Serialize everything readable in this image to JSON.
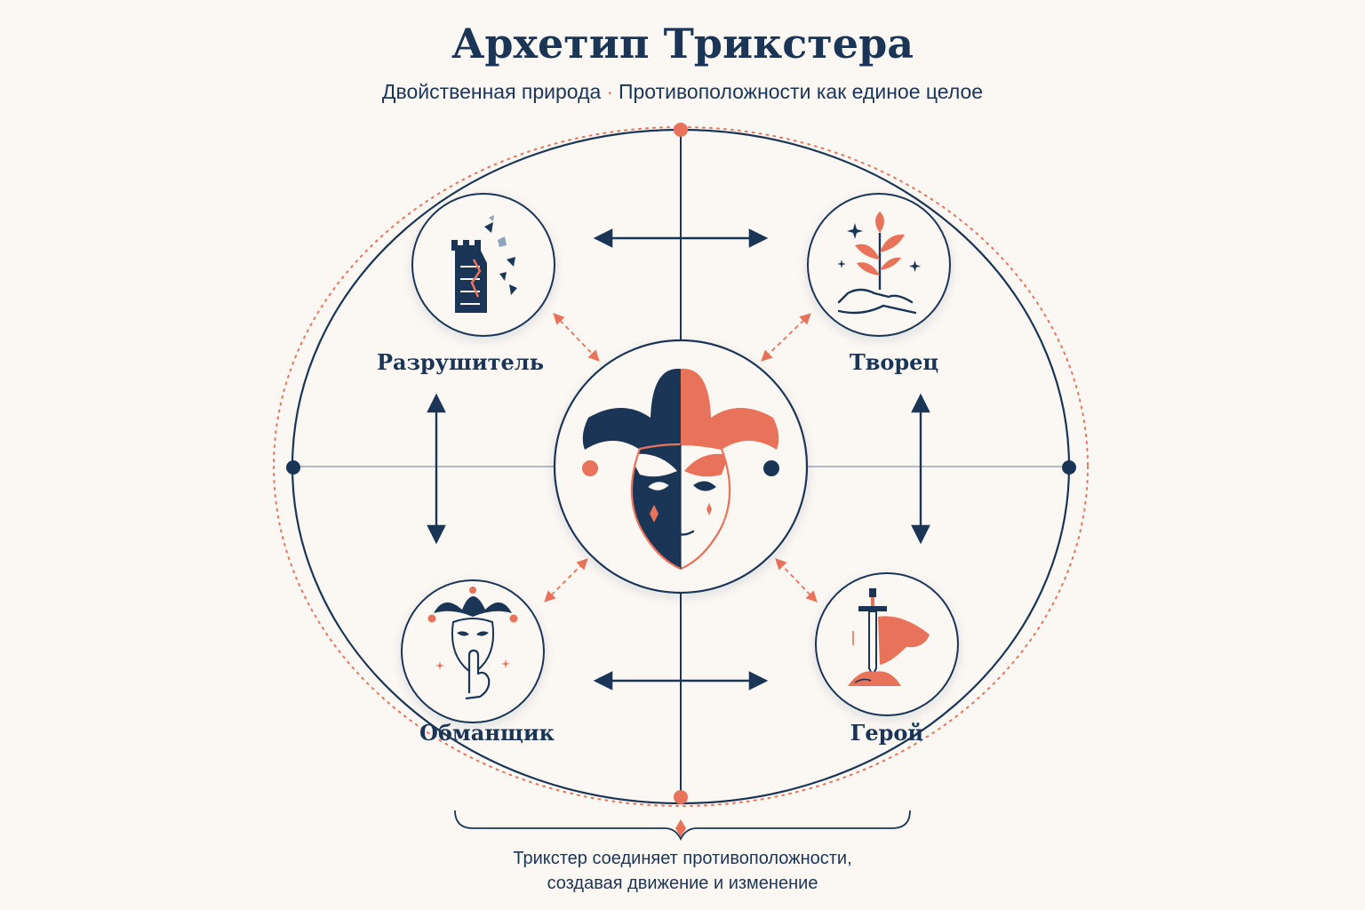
{
  "title": "Архетип Трикстера",
  "subtitle": {
    "left": "Двойственная природа",
    "separator": "·",
    "right": "Противоположности как единое целое"
  },
  "nodes": {
    "destroyer": {
      "label": "Разрушитель",
      "icon": "ruined-tower-icon"
    },
    "creator": {
      "label": "Творец",
      "icon": "sprout-in-hands-icon"
    },
    "deceiver": {
      "label": "Обманщик",
      "icon": "masked-jester-shush-icon"
    },
    "hero": {
      "label": "Герой",
      "icon": "sword-and-cape-icon"
    },
    "center": {
      "icon": "jester-mask-icon"
    }
  },
  "caption": {
    "line1": "Трикстер соединяет противоположности,",
    "line2": "создавая движение и изменение"
  },
  "colors": {
    "navy": "#1B3556",
    "coral": "#E8735A",
    "background": "#FBF8F3"
  }
}
